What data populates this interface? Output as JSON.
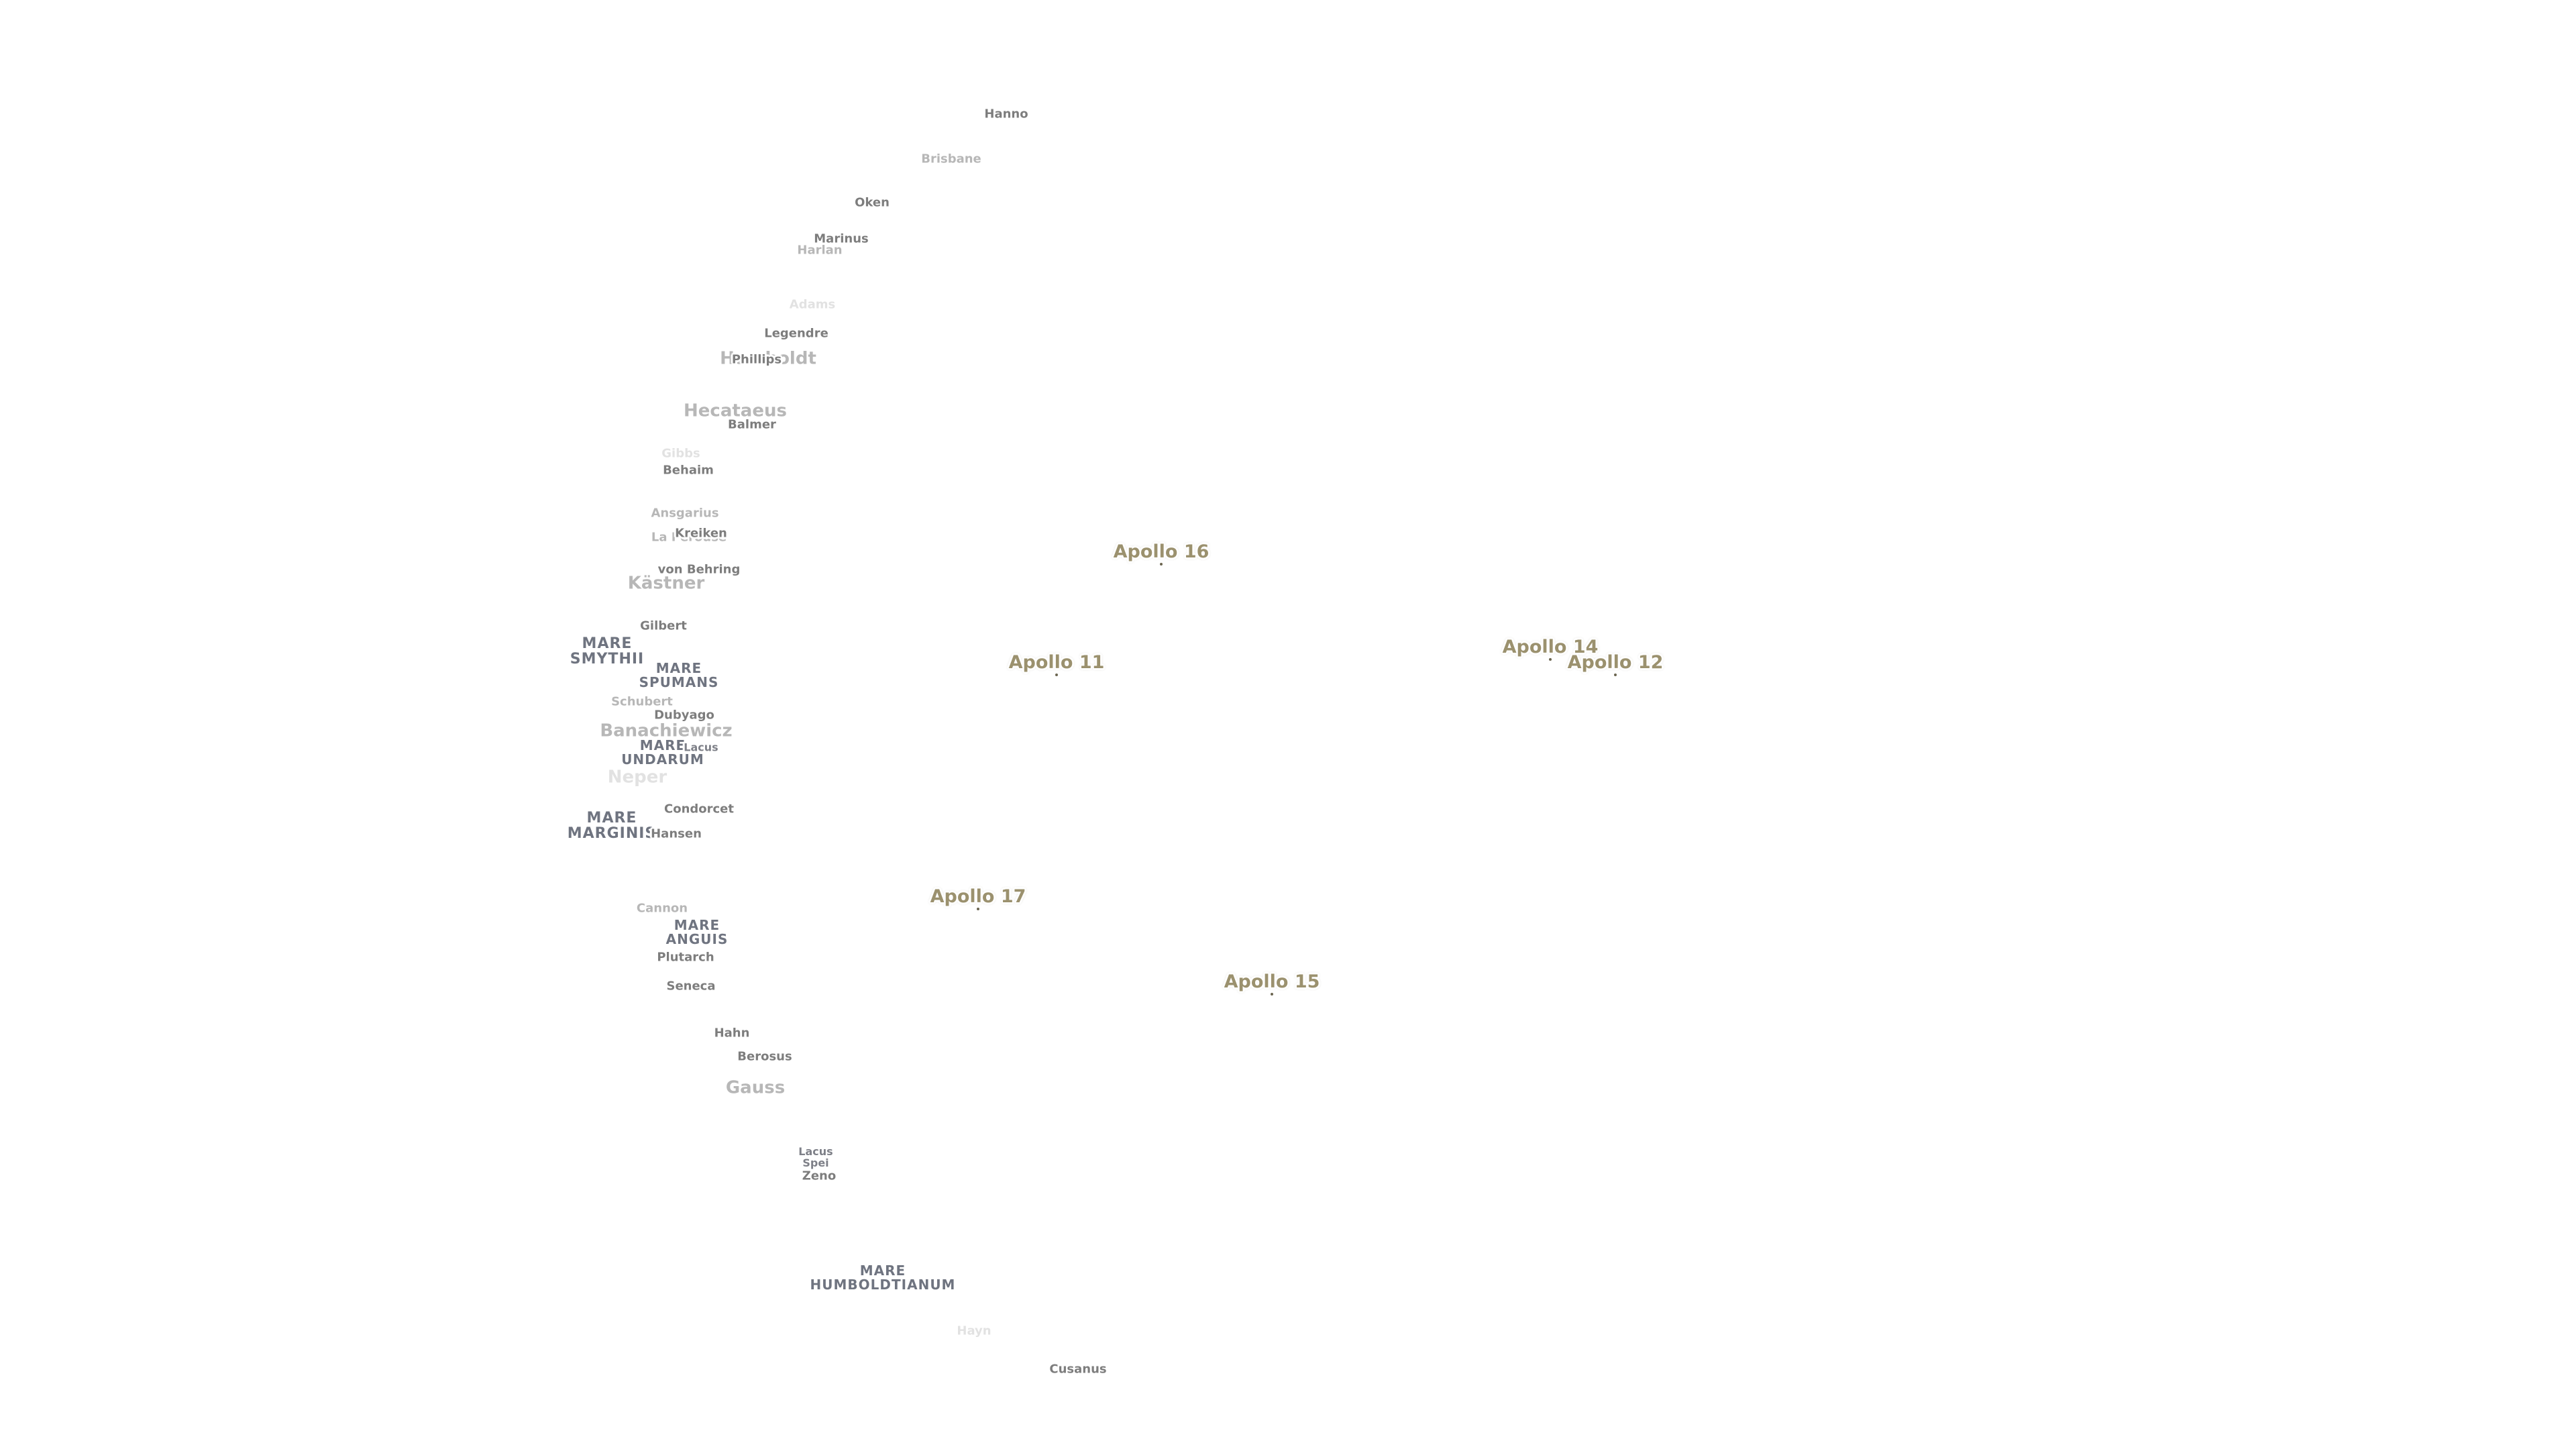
{
  "map": {
    "accent_colors": {
      "crater_label": "#7d7d7d",
      "mare_label": "#6f7480",
      "apollo_label": "#9b916e"
    },
    "labels": [
      {
        "text": "Hanno",
        "kind": "crater"
      },
      {
        "text": "Brisbane",
        "kind": "crater"
      },
      {
        "text": "Oken",
        "kind": "crater"
      },
      {
        "text": "Marinus",
        "kind": "crater"
      },
      {
        "text": "Harlan",
        "kind": "crater"
      },
      {
        "text": "Adams",
        "kind": "crater"
      },
      {
        "text": "Legendre",
        "kind": "crater"
      },
      {
        "text": "Humboldt",
        "kind": "crater"
      },
      {
        "text": "Phillips",
        "kind": "crater"
      },
      {
        "text": "Hecataeus",
        "kind": "crater"
      },
      {
        "text": "Balmer",
        "kind": "crater"
      },
      {
        "text": "Gibbs",
        "kind": "crater"
      },
      {
        "text": "Behaim",
        "kind": "crater"
      },
      {
        "text": "Ansgarius",
        "kind": "crater"
      },
      {
        "text": "La Pérouse",
        "kind": "crater"
      },
      {
        "text": "Kreiken",
        "kind": "crater"
      },
      {
        "text": "von Behring",
        "kind": "crater"
      },
      {
        "text": "Kästner",
        "kind": "crater"
      },
      {
        "text": "Gilbert",
        "kind": "crater"
      },
      {
        "text": "MARE\nSMYTHII",
        "kind": "mare"
      },
      {
        "text": "MARE\nSPUMANS",
        "kind": "mare"
      },
      {
        "text": "Schubert",
        "kind": "crater"
      },
      {
        "text": "Dubyago",
        "kind": "crater"
      },
      {
        "text": "Banachiewicz",
        "kind": "crater"
      },
      {
        "text": "MARE\nUNDARUM",
        "kind": "mare"
      },
      {
        "text": "Lacus",
        "kind": "lacus"
      },
      {
        "text": "Neper",
        "kind": "crater"
      },
      {
        "text": "Condorcet",
        "kind": "crater"
      },
      {
        "text": "MARE\nMARGINIS",
        "kind": "mare"
      },
      {
        "text": "Hansen",
        "kind": "crater"
      },
      {
        "text": "Cannon",
        "kind": "crater"
      },
      {
        "text": "MARE\nANGUIS",
        "kind": "mare"
      },
      {
        "text": "Plutarch",
        "kind": "crater"
      },
      {
        "text": "Seneca",
        "kind": "crater"
      },
      {
        "text": "Hahn",
        "kind": "crater"
      },
      {
        "text": "Berosus",
        "kind": "crater"
      },
      {
        "text": "Gauss",
        "kind": "crater"
      },
      {
        "text": "Lacus\nSpei",
        "kind": "lacus"
      },
      {
        "text": "Zeno",
        "kind": "crater"
      },
      {
        "text": "MARE\nHUMBOLDTIANUM",
        "kind": "mare"
      },
      {
        "text": "Hayn",
        "kind": "crater"
      },
      {
        "text": "Cusanus",
        "kind": "crater"
      }
    ],
    "apollo_sites": [
      {
        "text": "Apollo 16"
      },
      {
        "text": "Apollo 11"
      },
      {
        "text": "Apollo 14"
      },
      {
        "text": "Apollo 12"
      },
      {
        "text": "Apollo 17"
      },
      {
        "text": "Apollo 15"
      }
    ]
  }
}
